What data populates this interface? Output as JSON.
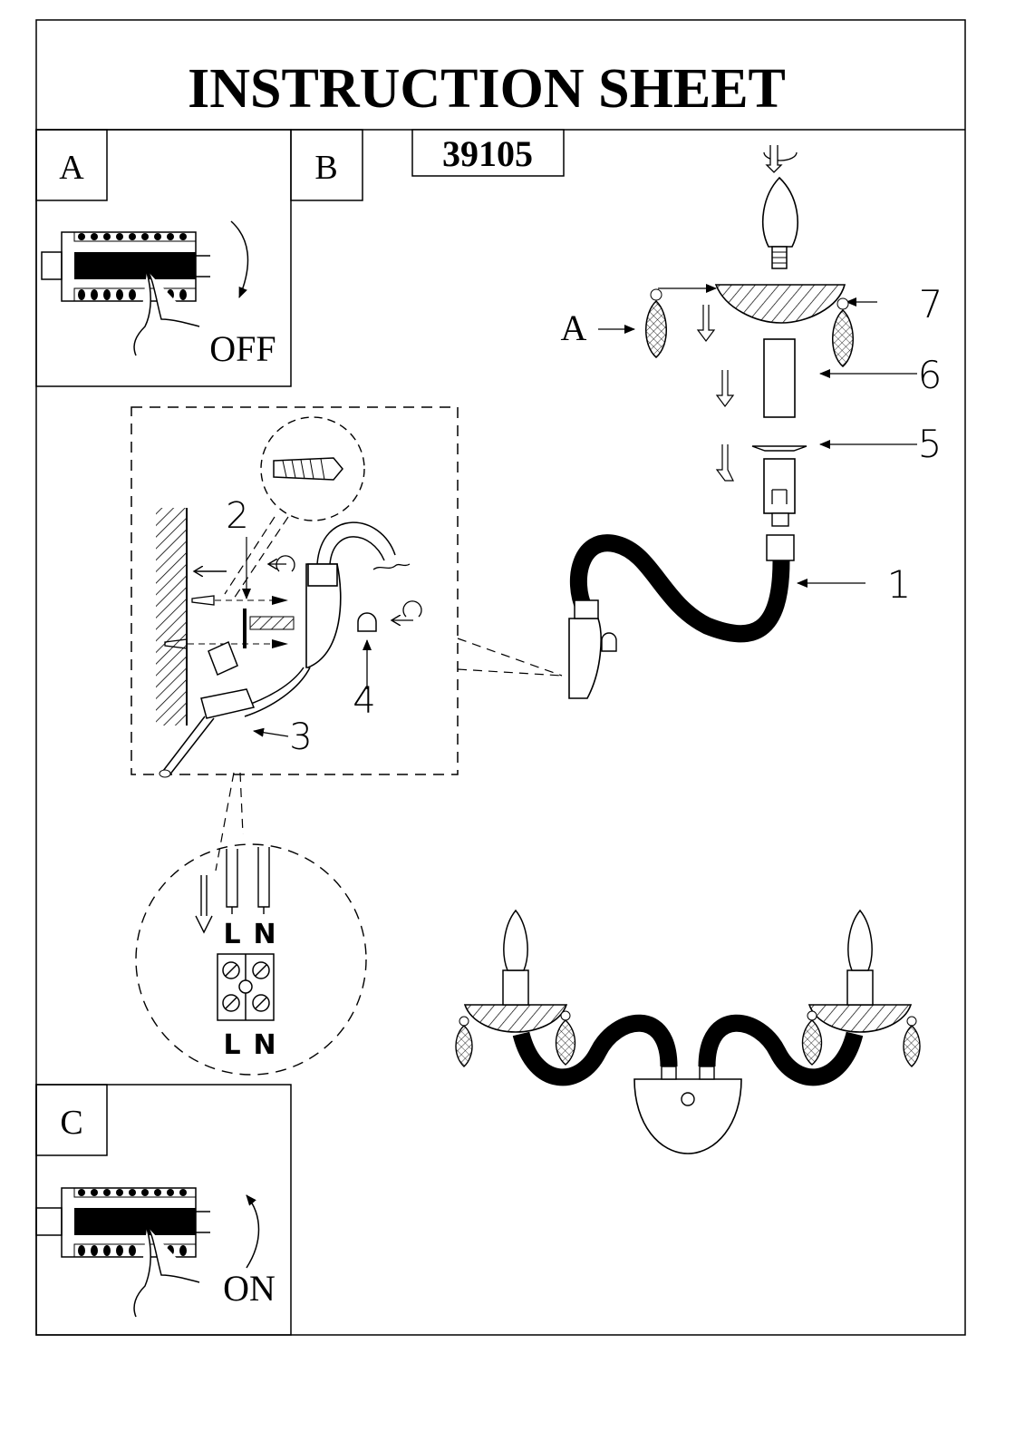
{
  "title": "INSTRUCTION SHEET",
  "model_number": "39105",
  "panels": {
    "a": {
      "letter": "A",
      "caption": "OFF"
    },
    "b": {
      "letter": "B"
    },
    "c": {
      "letter": "C",
      "caption": "ON"
    }
  },
  "callouts": {
    "one": "1",
    "two": "2",
    "three": "3",
    "four": "4",
    "five": "5",
    "six": "6",
    "seven": "7",
    "a": "A"
  },
  "wiring": {
    "top_left": "L",
    "top_right": "N",
    "bottom_left": "L",
    "bottom_right": "N"
  },
  "icons": [
    "breaker-panel-icon",
    "hand-icon",
    "rotate-arrow-icon",
    "candle-bulb-icon",
    "crystal-drop-icon",
    "wall-anchor-icon",
    "screw-icon",
    "terminal-block-icon"
  ]
}
